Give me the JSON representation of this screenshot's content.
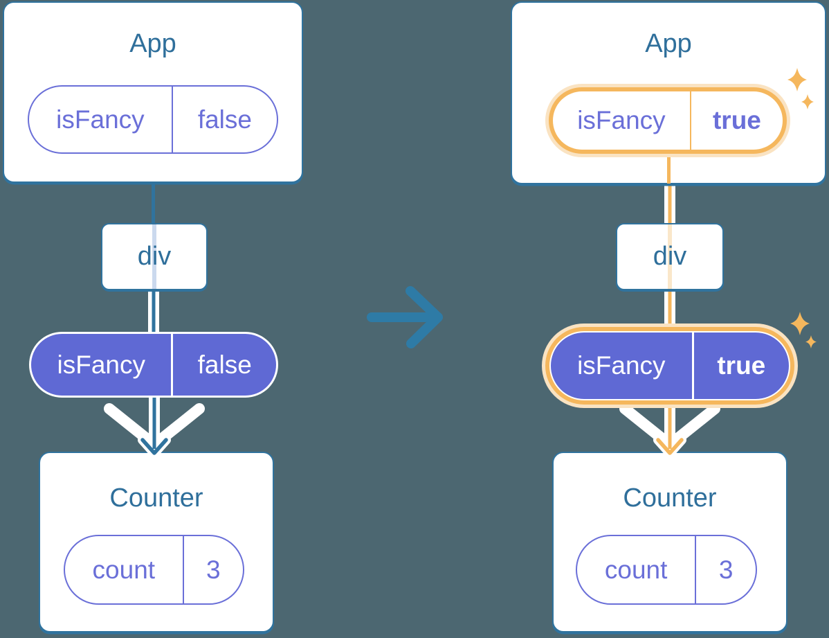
{
  "diagram": {
    "description": "Component tree state transition diagram",
    "before": {
      "app_title": "App",
      "app_prop": {
        "name": "isFancy",
        "value": "false"
      },
      "div_label": "div",
      "passed_prop": {
        "name": "isFancy",
        "value": "false"
      },
      "counter_title": "Counter",
      "counter_state": {
        "name": "count",
        "value": "3"
      }
    },
    "after": {
      "app_title": "App",
      "app_prop": {
        "name": "isFancy",
        "value": "true"
      },
      "div_label": "div",
      "passed_prop": {
        "name": "isFancy",
        "value": "true"
      },
      "counter_title": "Counter",
      "counter_state": {
        "name": "count",
        "value": "3"
      }
    },
    "icons": {
      "transition": "arrow-right-icon",
      "highlight": "sparkle-icon"
    },
    "colors": {
      "background": "#4C6771",
      "card_border": "#30739E",
      "heading_text": "#2F6F9B",
      "purple_outline": "#6A6FD8",
      "purple_fill": "#5F69D4",
      "highlight_orange": "#F5B75D",
      "highlight_glow": "#FAE3C2",
      "transition_arrow": "#2E7BA6"
    }
  }
}
